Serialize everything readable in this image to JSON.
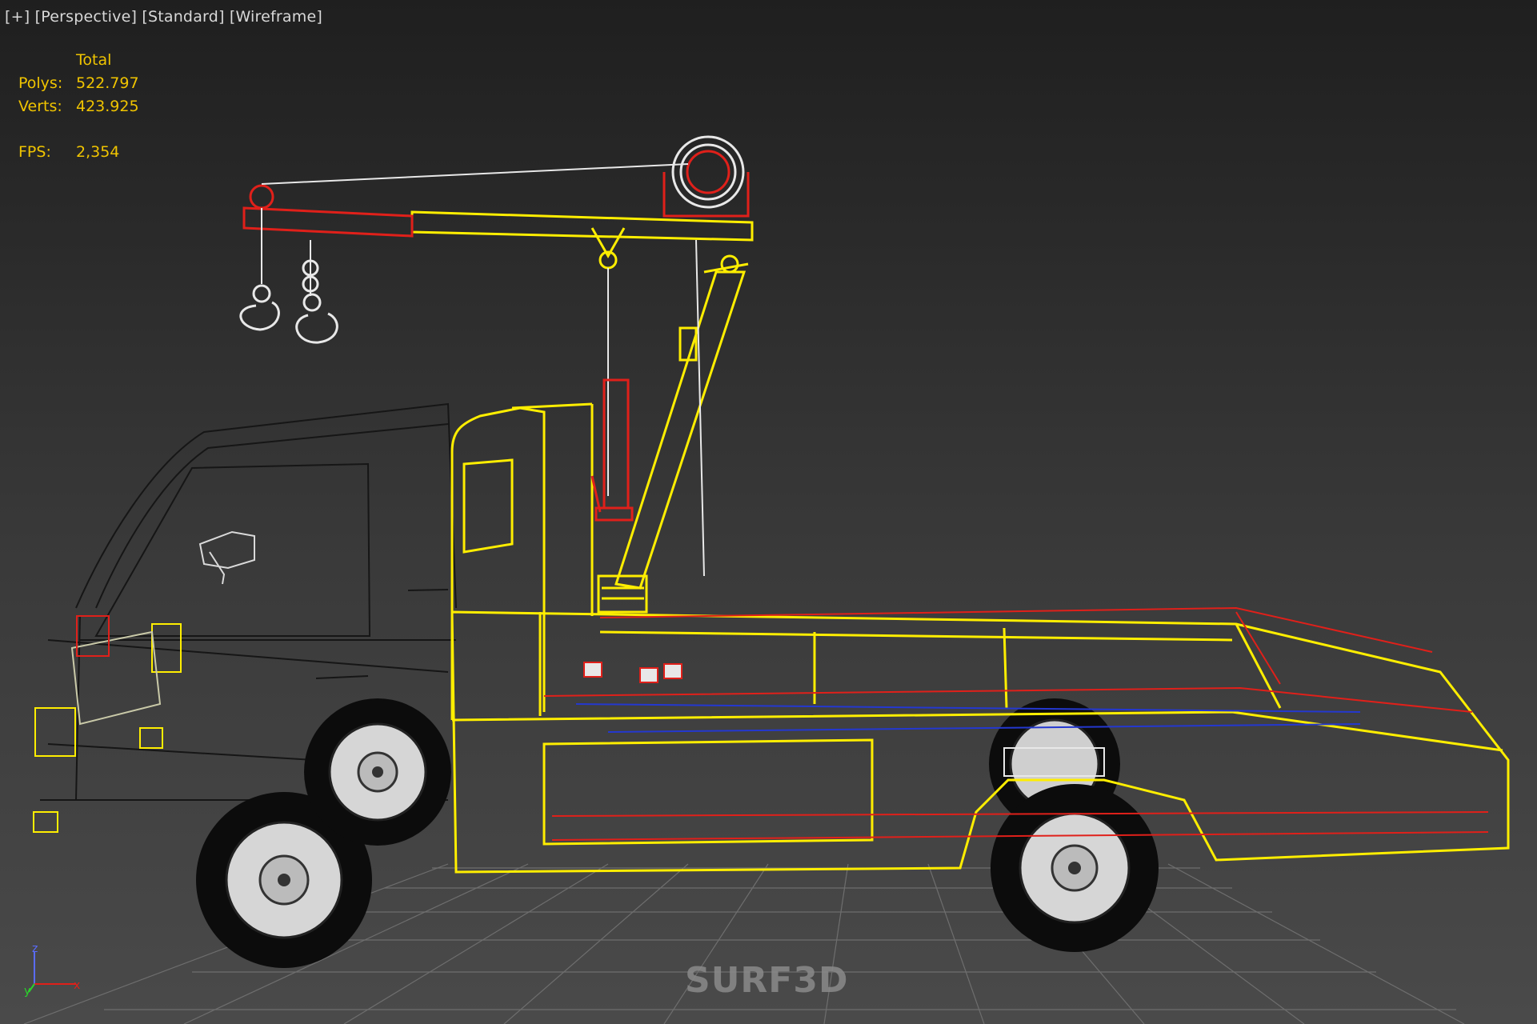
{
  "viewport": {
    "menu_plus": "[+]",
    "view_mode": "[Perspective]",
    "shading_standard": "[Standard]",
    "shading_mode": "[Wireframe]"
  },
  "stats": {
    "header": "Total",
    "polys_label": "Polys:",
    "polys_value": "522.797",
    "verts_label": "Verts:",
    "verts_value": "423.925",
    "fps_label": "FPS:",
    "fps_value": "2,354"
  },
  "axis_gizmo": {
    "z": "z",
    "y": "y",
    "x": "x"
  },
  "watermark": "SURF3D",
  "colors": {
    "selected_wire": "#ffee00",
    "red_wire": "#e0201a",
    "white_wire": "#e8e8e8",
    "dark_wire": "#111111",
    "grid": "#6a6a6a",
    "stats_text": "#f0c400"
  },
  "icons": {
    "axis_gizmo": "axis-tripod-icon"
  }
}
